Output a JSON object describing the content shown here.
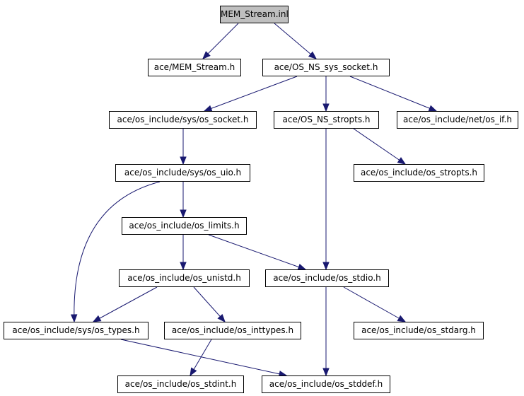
{
  "colors": {
    "edge": "#191970",
    "root_fill": "#bfbfbf",
    "node_fill": "#ffffff",
    "border": "#000000"
  },
  "nodes": {
    "root": "MEM_Stream.inl",
    "mem_stream_h": "ace/MEM_Stream.h",
    "os_ns_sys_socket": "ace/OS_NS_sys_socket.h",
    "sys_os_socket": "ace/os_include/sys/os_socket.h",
    "os_ns_stropts": "ace/OS_NS_stropts.h",
    "net_os_if": "ace/os_include/net/os_if.h",
    "sys_os_uio": "ace/os_include/sys/os_uio.h",
    "os_stropts": "ace/os_include/os_stropts.h",
    "os_limits": "ace/os_include/os_limits.h",
    "os_unistd": "ace/os_include/os_unistd.h",
    "os_stdio": "ace/os_include/os_stdio.h",
    "sys_os_types": "ace/os_include/sys/os_types.h",
    "os_inttypes": "ace/os_include/os_inttypes.h",
    "os_stdarg": "ace/os_include/os_stdarg.h",
    "os_stdint": "ace/os_include/os_stdint.h",
    "os_stddef": "ace/os_include/os_stddef.h"
  },
  "edges": [
    [
      "root",
      "mem_stream_h"
    ],
    [
      "root",
      "os_ns_sys_socket"
    ],
    [
      "os_ns_sys_socket",
      "sys_os_socket"
    ],
    [
      "os_ns_sys_socket",
      "os_ns_stropts"
    ],
    [
      "os_ns_sys_socket",
      "net_os_if"
    ],
    [
      "sys_os_socket",
      "sys_os_uio"
    ],
    [
      "os_ns_stropts",
      "os_stropts"
    ],
    [
      "os_ns_stropts",
      "os_stdio"
    ],
    [
      "sys_os_uio",
      "os_limits"
    ],
    [
      "sys_os_uio",
      "sys_os_types"
    ],
    [
      "os_limits",
      "os_unistd"
    ],
    [
      "os_limits",
      "os_stdio"
    ],
    [
      "os_unistd",
      "sys_os_types"
    ],
    [
      "os_unistd",
      "os_inttypes"
    ],
    [
      "os_stdio",
      "os_stdarg"
    ],
    [
      "os_stdio",
      "os_stddef"
    ],
    [
      "sys_os_types",
      "os_stddef"
    ],
    [
      "os_inttypes",
      "os_stdint"
    ]
  ]
}
